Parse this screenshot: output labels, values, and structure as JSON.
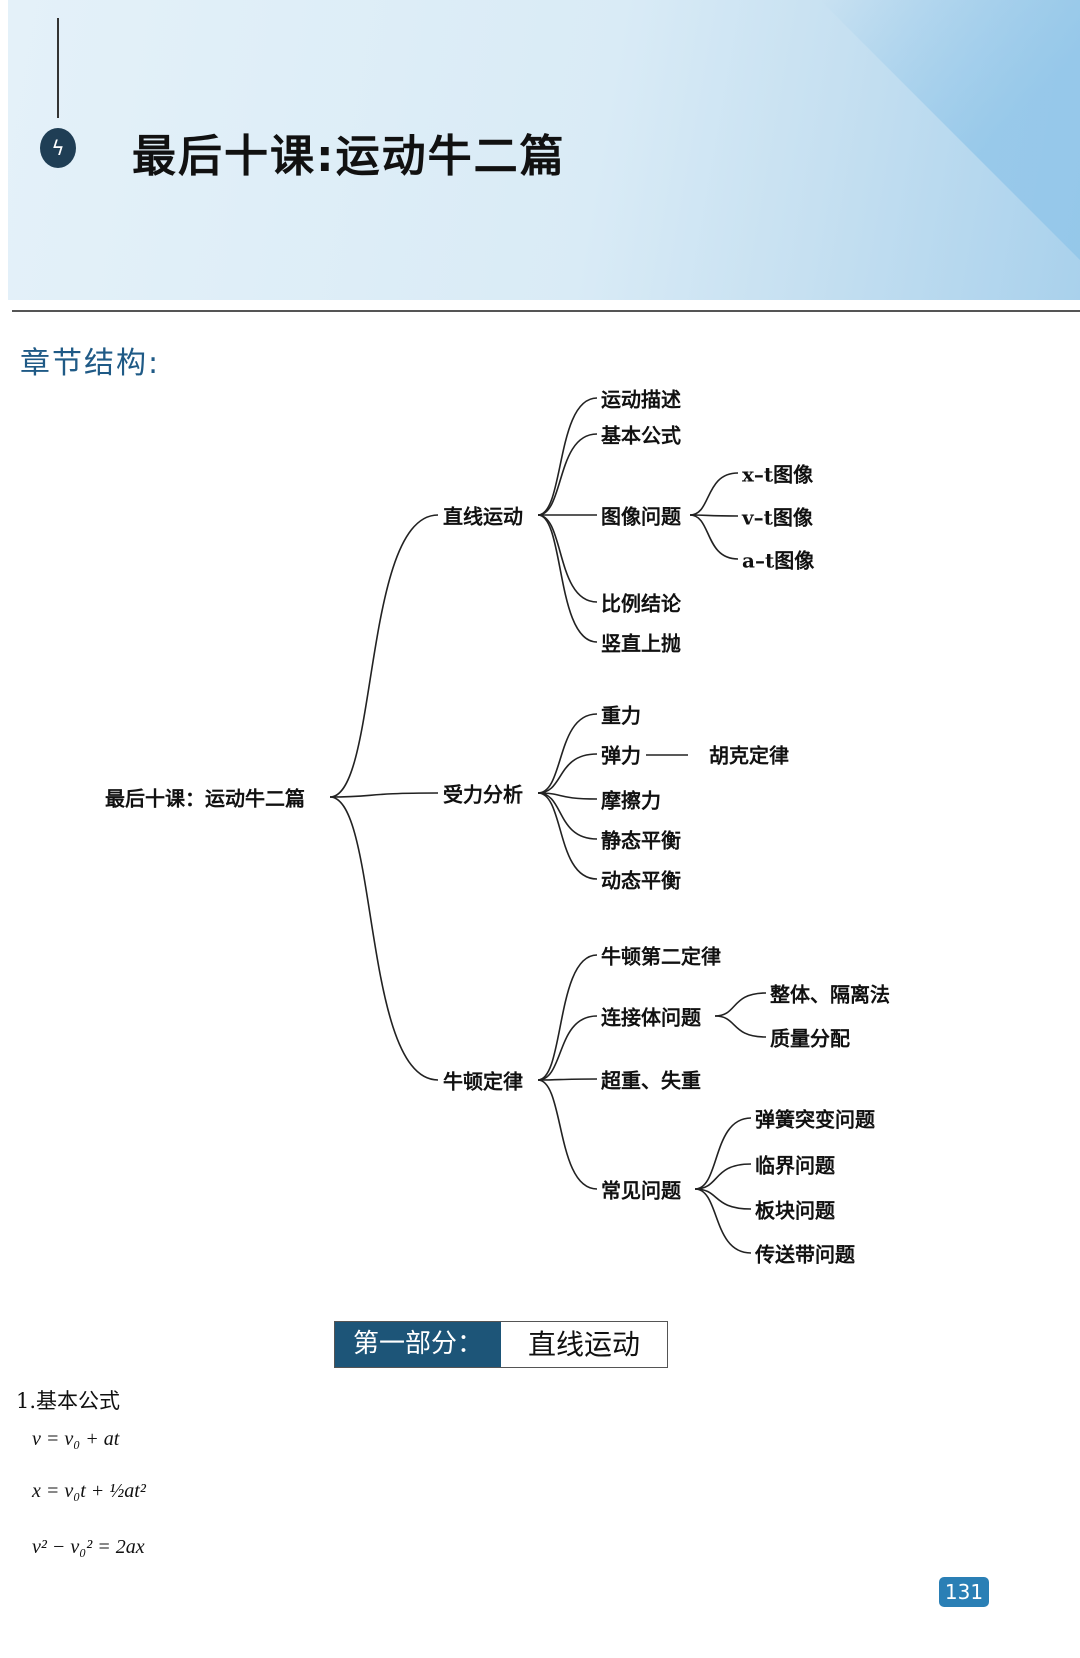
{
  "header": {
    "title": "最后十课:运动牛二篇",
    "icon": "lightbulb-icon"
  },
  "section_heading": "章节结构:",
  "mindmap": {
    "root": "最后十课：运动牛二篇",
    "branches": [
      {
        "label": "直线运动",
        "children": [
          {
            "label": "运动描述"
          },
          {
            "label": "基本公式"
          },
          {
            "label": "图像问题",
            "children": [
              "x–t图像",
              "v–t图像",
              "a–t图像"
            ]
          },
          {
            "label": "比例结论"
          },
          {
            "label": "竖直上抛"
          }
        ]
      },
      {
        "label": "受力分析",
        "children": [
          {
            "label": "重力"
          },
          {
            "label": "弹力",
            "related": "胡克定律"
          },
          {
            "label": "摩擦力"
          },
          {
            "label": "静态平衡"
          },
          {
            "label": "动态平衡"
          }
        ]
      },
      {
        "label": "牛顿定律",
        "children": [
          {
            "label": "牛顿第二定律"
          },
          {
            "label": "连接体问题",
            "children": [
              "整体、隔离法",
              "质量分配"
            ]
          },
          {
            "label": "超重、失重"
          },
          {
            "label": "常见问题",
            "children": [
              "弹簧突变问题",
              "临界问题",
              "板块问题",
              "传送带问题"
            ]
          }
        ]
      }
    ]
  },
  "banner": {
    "part": "第一部分：",
    "topic": "直线运动"
  },
  "content": {
    "item_title": "1.基本公式",
    "formulas": [
      "v = v₀ + at",
      "x = v₀t + ½at²",
      "v² − v₀² = 2ax"
    ]
  },
  "page_number": "131",
  "colors": {
    "accent": "#1d5578",
    "heading": "#1f5a86",
    "page_badge": "#2a7fb5"
  }
}
